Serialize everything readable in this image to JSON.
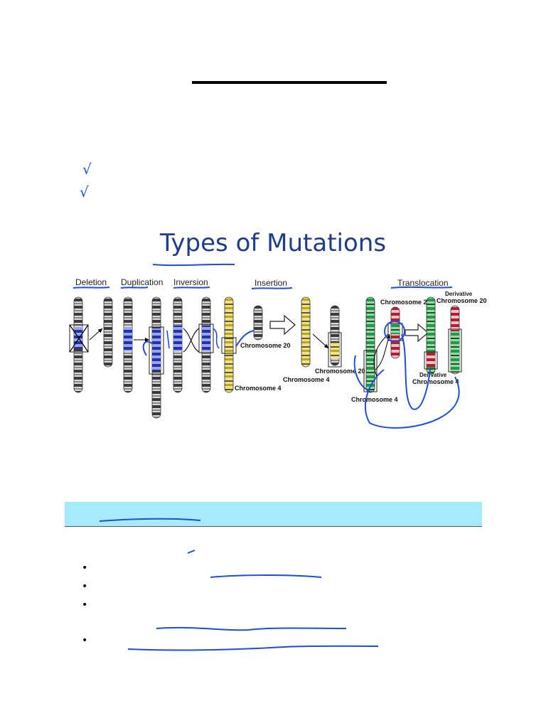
{
  "title": "Types of Mutations",
  "labels": {
    "deletion": "Deletion",
    "duplication": "Duplication",
    "inversion": "Inversion",
    "insertion": "Insertion",
    "translocation": "Translocation",
    "chr20_a": "Chromosome 20",
    "chr4_a": "Chromosome 4",
    "chr4_b": "Chromosome 4",
    "chr20_b": "Chromosome 20",
    "chr20_c": "Chromosome 20",
    "chr4_c": "Chromosome 4",
    "deriv_top_1": "Derivative",
    "deriv_top_2": "Chromosome 20",
    "deriv_bot_1": "Derivative",
    "deriv_bot_2": "Chromosome 4"
  },
  "checkmark": "√",
  "bullet": "•",
  "colors": {
    "title": "#1f3b8f",
    "ink": "#1f4fd8",
    "banner": "#a6ebfb",
    "gray_chrom": "#3a3a3a",
    "yellow_chrom": "#e3d35a",
    "green_chrom": "#1f9a4a",
    "red_band": "#b02030",
    "blue_band": "#2233aa"
  }
}
